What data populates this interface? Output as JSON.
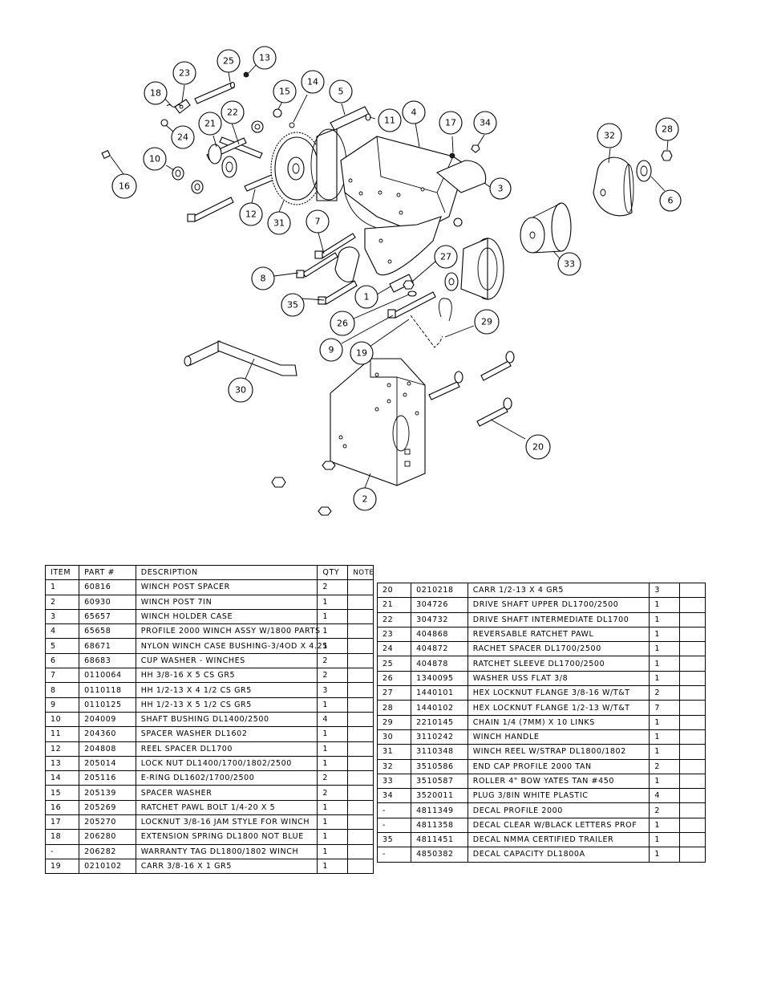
{
  "table_header": {
    "item": "ITEM",
    "part": "PART #",
    "description": "DESCRIPTION",
    "qty": "QTY",
    "note": "NOTE"
  },
  "left_rows": [
    {
      "item": "1",
      "part": "60816",
      "description": "WINCH POST SPACER",
      "qty": "2",
      "note": ""
    },
    {
      "item": "2",
      "part": "60930",
      "description": "WINCH POST  7IN",
      "qty": "1",
      "note": ""
    },
    {
      "item": "3",
      "part": "65657",
      "description": "WINCH HOLDER CASE",
      "qty": "1",
      "note": ""
    },
    {
      "item": "4",
      "part": "65658",
      "description": "PROFILE 2000 WINCH ASSY W/1800 PARTS",
      "qty": "1",
      "note": ""
    },
    {
      "item": "5",
      "part": "68671",
      "description": "NYLON WINCH CASE BUSHING-3/4OD X 4.25",
      "qty": "1",
      "note": ""
    },
    {
      "item": "6",
      "part": "68683",
      "description": "CUP WASHER - WINCHES",
      "qty": "2",
      "note": ""
    },
    {
      "item": "7",
      "part": "0110064",
      "description": "HH 3/8-16 X 5 CS GR5",
      "qty": "2",
      "note": ""
    },
    {
      "item": "8",
      "part": "0110118",
      "description": "HH 1/2-13 X 4 1/2 CS GR5",
      "qty": "3",
      "note": ""
    },
    {
      "item": "9",
      "part": "0110125",
      "description": "HH 1/2-13 X 5 1/2 CS GR5",
      "qty": "1",
      "note": ""
    },
    {
      "item": "10",
      "part": "204009",
      "description": "SHAFT BUSHING  DL1400/2500",
      "qty": "4",
      "note": ""
    },
    {
      "item": "11",
      "part": "204360",
      "description": "SPACER WASHER  DL1602",
      "qty": "1",
      "note": ""
    },
    {
      "item": "12",
      "part": "204808",
      "description": "REEL SPACER  DL1700",
      "qty": "1",
      "note": ""
    },
    {
      "item": "13",
      "part": "205014",
      "description": "LOCK NUT  DL1400/1700/1802/2500",
      "qty": "1",
      "note": ""
    },
    {
      "item": "14",
      "part": "205116",
      "description": "E-RING DL1602/1700/2500",
      "qty": "2",
      "note": ""
    },
    {
      "item": "15",
      "part": "205139",
      "description": "SPACER WASHER",
      "qty": "2",
      "note": ""
    },
    {
      "item": "16",
      "part": "205269",
      "description": "RATCHET PAWL BOLT 1/4-20 X 5",
      "qty": "1",
      "note": ""
    },
    {
      "item": "17",
      "part": "205270",
      "description": "LOCKNUT 3/8-16 JAM STYLE FOR WINCH",
      "qty": "1",
      "note": ""
    },
    {
      "item": "18",
      "part": "206280",
      "description": "EXTENSION SPRING DL1800 NOT BLUE",
      "qty": "1",
      "note": ""
    },
    {
      "item": "-",
      "part": "206282",
      "description": "WARRANTY TAG DL1800/1802 WINCH",
      "qty": "1",
      "note": ""
    },
    {
      "item": "19",
      "part": "0210102",
      "description": "CARR 3/8-16 X 1 GR5",
      "qty": "1",
      "note": ""
    }
  ],
  "right_rows": [
    {
      "item": "20",
      "part": "0210218",
      "description": "CARR 1/2-13 X 4 GR5",
      "qty": "3",
      "note": ""
    },
    {
      "item": "21",
      "part": "304726",
      "description": "DRIVE SHAFT UPPER  DL1700/2500",
      "qty": "1",
      "note": ""
    },
    {
      "item": "22",
      "part": "304732",
      "description": "DRIVE SHAFT INTERMEDIATE  DL1700",
      "qty": "1",
      "note": ""
    },
    {
      "item": "23",
      "part": "404868",
      "description": "REVERSABLE RATCHET PAWL",
      "qty": "1",
      "note": ""
    },
    {
      "item": "24",
      "part": "404872",
      "description": "RACHET SPACER  DL1700/2500",
      "qty": "1",
      "note": ""
    },
    {
      "item": "25",
      "part": "404878",
      "description": "RATCHET SLEEVE  DL1700/2500",
      "qty": "1",
      "note": ""
    },
    {
      "item": "26",
      "part": "1340095",
      "description": "WASHER USS FLAT 3/8",
      "qty": "1",
      "note": ""
    },
    {
      "item": "27",
      "part": "1440101",
      "description": "HEX LOCKNUT FLANGE 3/8-16 W/T&T",
      "qty": "2",
      "note": ""
    },
    {
      "item": "28",
      "part": "1440102",
      "description": "HEX LOCKNUT FLANGE 1/2-13 W/T&T",
      "qty": "7",
      "note": ""
    },
    {
      "item": "29",
      "part": "2210145",
      "description": "CHAIN 1/4 (7MM) X 10 LINKS",
      "qty": "1",
      "note": ""
    },
    {
      "item": "30",
      "part": "3110242",
      "description": "WINCH HANDLE",
      "qty": "1",
      "note": ""
    },
    {
      "item": "31",
      "part": "3110348",
      "description": "WINCH REEL W/STRAP  DL1800/1802",
      "qty": "1",
      "note": ""
    },
    {
      "item": "32",
      "part": "3510586",
      "description": "END CAP PROFILE 2000 TAN",
      "qty": "2",
      "note": ""
    },
    {
      "item": "33",
      "part": "3510587",
      "description": "ROLLER 4\" BOW YATES TAN #450",
      "qty": "1",
      "note": ""
    },
    {
      "item": "34",
      "part": "3520011",
      "description": "PLUG  3/8IN WHITE PLASTIC",
      "qty": "4",
      "note": ""
    },
    {
      "item": "-",
      "part": "4811349",
      "description": "DECAL PROFILE 2000",
      "qty": "2",
      "note": ""
    },
    {
      "item": "-",
      "part": "4811358",
      "description": "DECAL CLEAR W/BLACK LETTERS PROF",
      "qty": "1",
      "note": ""
    },
    {
      "item": "35",
      "part": "4811451",
      "description": " DECAL NMMA CERTIFIED TRAILER",
      "qty": "1",
      "note": ""
    },
    {
      "item": "-",
      "part": "4850382",
      "description": "DECAL CAPACITY DL1800A",
      "qty": "1",
      "note": ""
    }
  ],
  "callouts": [
    {
      "label": "25"
    },
    {
      "label": "13"
    },
    {
      "label": "23"
    },
    {
      "label": "18"
    },
    {
      "label": "15"
    },
    {
      "label": "14"
    },
    {
      "label": "5"
    },
    {
      "label": "22"
    },
    {
      "label": "21"
    },
    {
      "label": "24"
    },
    {
      "label": "11"
    },
    {
      "label": "4"
    },
    {
      "label": "17"
    },
    {
      "label": "34"
    },
    {
      "label": "32"
    },
    {
      "label": "28"
    },
    {
      "label": "10"
    },
    {
      "label": "16"
    },
    {
      "label": "3"
    },
    {
      "label": "6"
    },
    {
      "label": "12"
    },
    {
      "label": "31"
    },
    {
      "label": "7"
    },
    {
      "label": "27"
    },
    {
      "label": "33"
    },
    {
      "label": "8"
    },
    {
      "label": "1"
    },
    {
      "label": "35"
    },
    {
      "label": "26"
    },
    {
      "label": "29"
    },
    {
      "label": "9"
    },
    {
      "label": "19"
    },
    {
      "label": "30"
    },
    {
      "label": "20"
    },
    {
      "label": "2"
    }
  ]
}
